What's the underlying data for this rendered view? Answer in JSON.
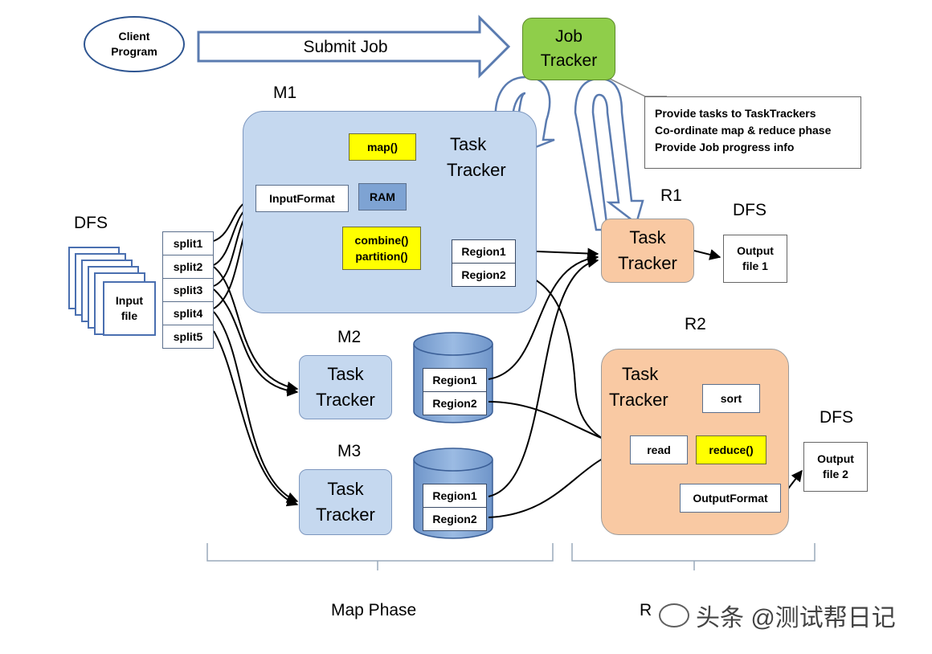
{
  "client": {
    "line1": "Client",
    "line2": "Program"
  },
  "submit_job": "Submit Job",
  "job_tracker": {
    "line1": "Job",
    "line2": "Tracker"
  },
  "job_tracker_info": [
    "Provide tasks to TaskTrackers",
    "Co-ordinate map & reduce phase",
    "Provide Job progress info"
  ],
  "dfs_label": "DFS",
  "input_file": {
    "line1": "Input",
    "line2": "file"
  },
  "splits": [
    "split1",
    "split2",
    "split3",
    "split4",
    "split5"
  ],
  "m1": {
    "label": "M1",
    "tracker": {
      "line1": "Task",
      "line2": "Tracker"
    },
    "input_format": "InputFormat",
    "map": "map()",
    "ram": "RAM",
    "combine": "combine()",
    "partition": "partition()",
    "regions": [
      "Region1",
      "Region2"
    ]
  },
  "m2": {
    "label": "M2",
    "tracker": {
      "line1": "Task",
      "line2": "Tracker"
    },
    "regions": [
      "Region1",
      "Region2"
    ]
  },
  "m3": {
    "label": "M3",
    "tracker": {
      "line1": "Task",
      "line2": "Tracker"
    },
    "regions": [
      "Region1",
      "Region2"
    ]
  },
  "r1": {
    "label": "R1",
    "tracker": {
      "line1": "Task",
      "line2": "Tracker"
    },
    "dfs": "DFS",
    "output": {
      "line1": "Output",
      "line2": "file 1"
    }
  },
  "r2": {
    "label": "R2",
    "tracker": {
      "line1": "Task",
      "line2": "Tracker"
    },
    "read": "read",
    "sort": "sort",
    "reduce": "reduce()",
    "output_format": "OutputFormat",
    "dfs": "DFS",
    "output": {
      "line1": "Output",
      "line2": "file 2"
    }
  },
  "map_phase": "Map Phase",
  "reduce_phase_fragment": "R",
  "watermark": "头条 @测试帮日记",
  "colors": {
    "map_panel": "#c5d8ef",
    "reduce_panel": "#f9c9a3",
    "job_tracker": "#8fce4a",
    "highlight": "#ffff00",
    "database": "#7ea3d3"
  }
}
